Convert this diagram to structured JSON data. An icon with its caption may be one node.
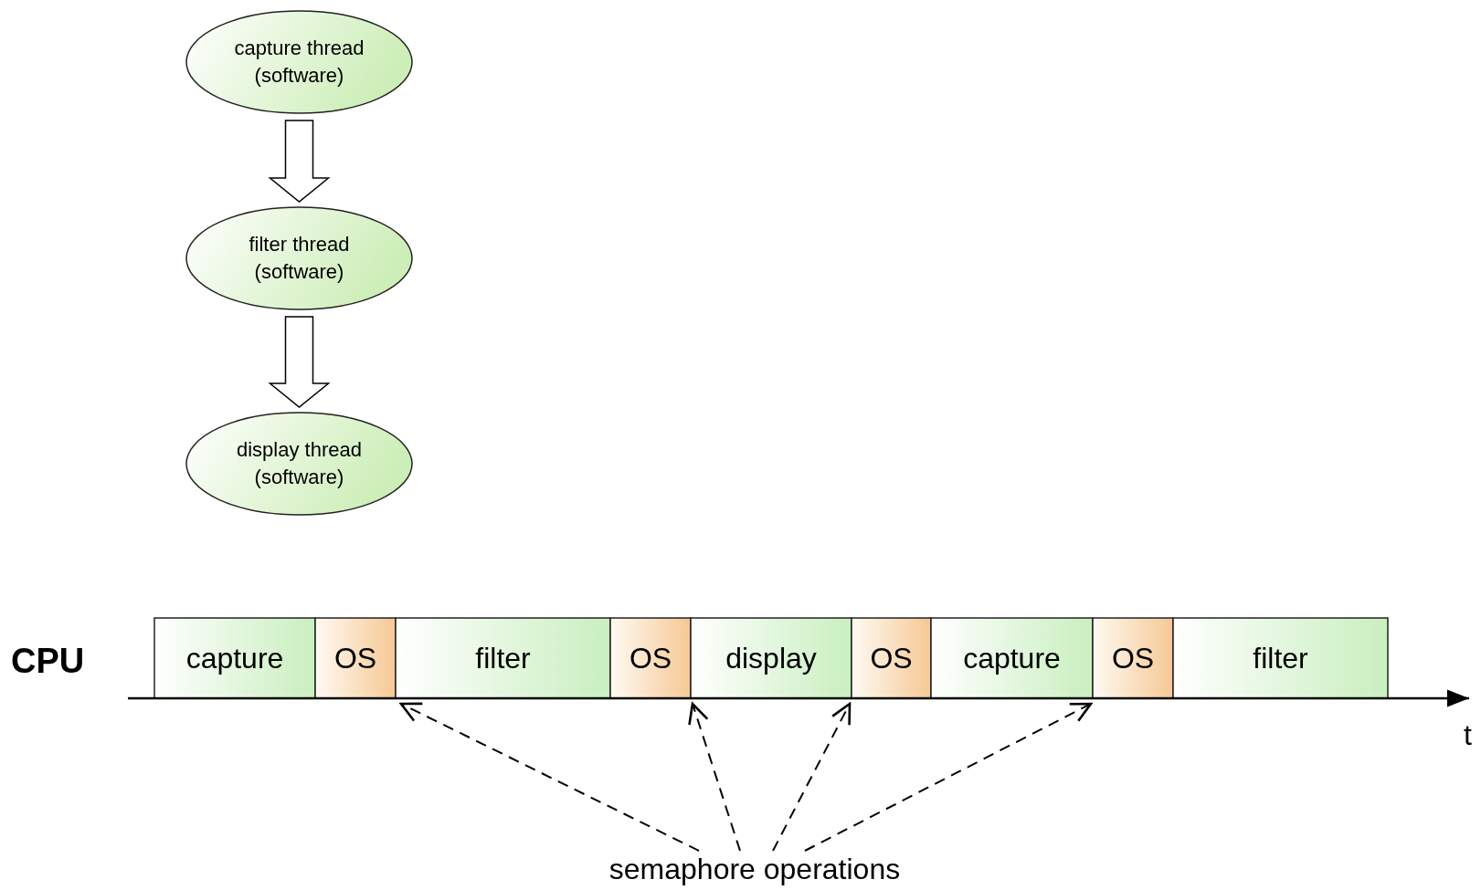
{
  "diagram": {
    "nodes": [
      {
        "text": [
          "capture thread (software)"
        ]
      },
      {
        "text": [
          "filter thread (software)"
        ]
      },
      {
        "text": [
          "display thread (software)"
        ]
      },
      {
        "text": [
          "capture"
        ]
      },
      {
        "text": [
          "OS"
        ]
      },
      {
        "text": [
          "filter"
        ]
      },
      {
        "text": [
          "OS"
        ]
      },
      {
        "text": [
          "display"
        ]
      },
      {
        "text": [
          "OS"
        ]
      },
      {
        "text": [
          "capture"
        ]
      },
      {
        "text": [
          "OS"
        ]
      },
      {
        "text": [
          "filter"
        ]
      },
      {
        "text": [
          "semaphore operations"
        ]
      }
    ],
    "edges": [
      {
        "from": 0,
        "to": 1,
        "arrow": "to",
        "style": "thick"
      },
      {
        "from": 1,
        "to": 2,
        "arrow": "to",
        "style": "thick"
      },
      {
        "from": 12,
        "to": 5,
        "arrow": "to",
        "style": "dashed"
      },
      {
        "from": 12,
        "to": 7,
        "arrow": "to",
        "style": "dashed"
      },
      {
        "from": 12,
        "to": 7,
        "arrow": "to",
        "style": "dashed"
      },
      {
        "from": 12,
        "to": 9,
        "arrow": "to",
        "style": "dashed"
      }
    ],
    "labels": [
      "CPU",
      "t"
    ]
  }
}
